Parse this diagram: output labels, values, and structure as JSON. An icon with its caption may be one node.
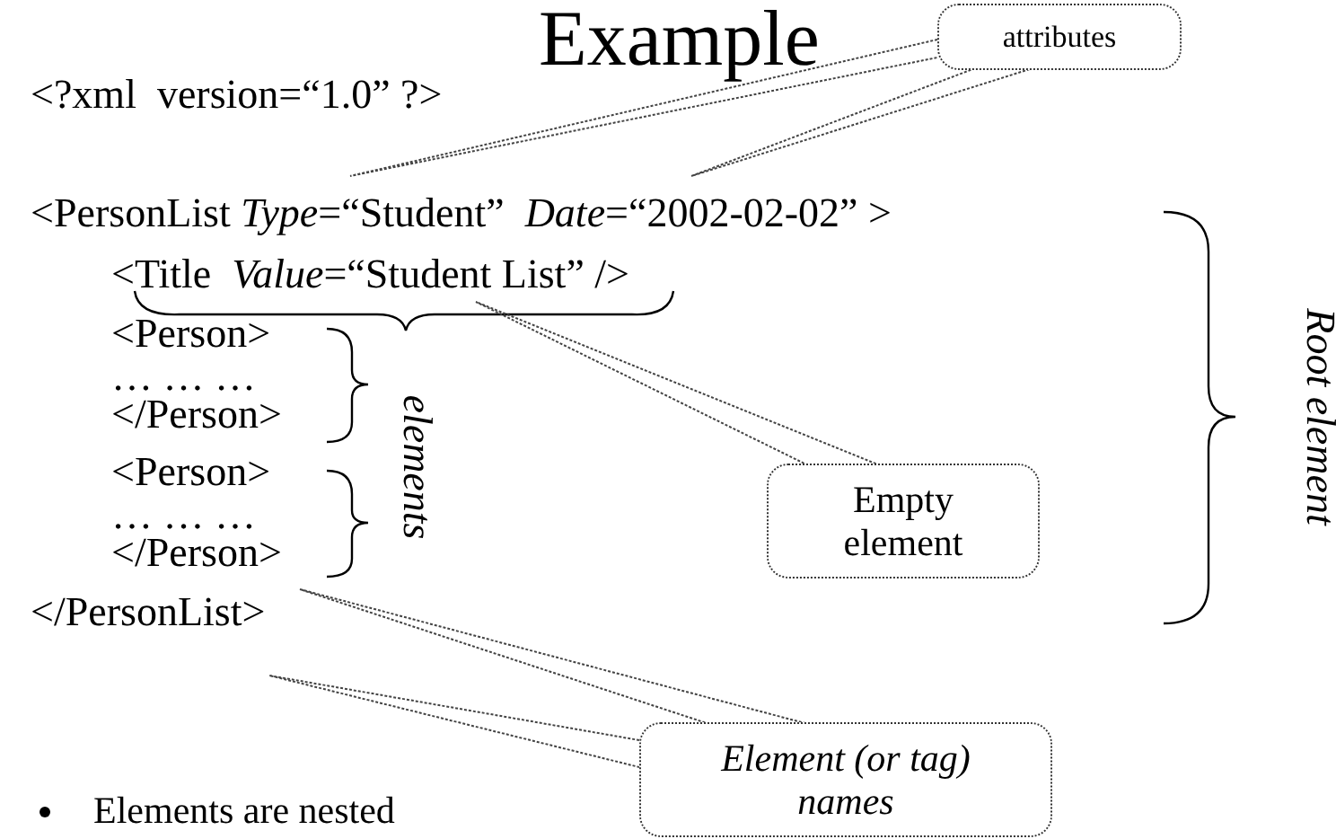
{
  "diagram": {
    "title": "Example",
    "nodes": [
      {
        "text": [
          "attributes"
        ]
      },
      {
        "text": [
          "Empty element"
        ]
      },
      {
        "text": [
          "Element (or tag) names"
        ]
      }
    ],
    "edges": [
      {
        "from": 0,
        "to": null,
        "arrow": "none"
      },
      {
        "from": 0,
        "to": null,
        "arrow": "none"
      },
      {
        "from": 1,
        "to": null,
        "arrow": "none"
      },
      {
        "from": 2,
        "to": null,
        "arrow": "none"
      },
      {
        "from": 2,
        "to": null,
        "arrow": "none"
      }
    ],
    "labels": [
      "<?xml  version=“1.0” ?>",
      "<PersonList *Type*=“Student”  *Date*=“2002-02-02” >",
      "<Title  *Value*=“Student List” />",
      "<Person>",
      "… … …",
      "</Person>",
      "<Person>",
      "… … …",
      "</Person>",
      "</PersonList>",
      "elements",
      "Root element",
      "Elements are nested"
    ]
  }
}
